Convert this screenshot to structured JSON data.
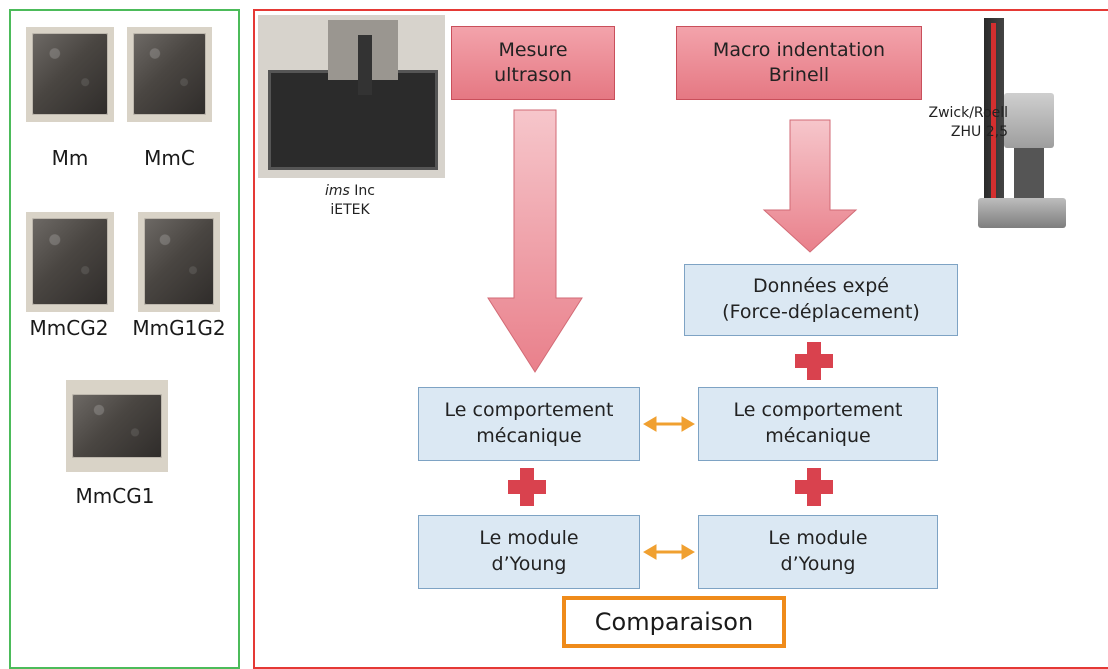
{
  "samples": {
    "s1": "Mm",
    "s2": "MmC",
    "s3": "MmCG2",
    "s4": "MmG1G2",
    "s5": "MmCG1"
  },
  "steps": {
    "ultrason": "Mesure ultrason",
    "ultrason_l1": "Mesure",
    "ultrason_l2": "ultrason",
    "brinell_l1": "Macro indentation",
    "brinell_l2": "Brinell",
    "donnees_l1": "Données expé",
    "donnees_l2": "(Force-déplacement)",
    "comportement_l1": "Le comportement",
    "comportement_l2": "mécanique",
    "module_l1": "Le module",
    "module_l2": "d’Young",
    "comparaison": "Comparaison"
  },
  "instruments": {
    "ims_italic": "ims",
    "ims_rest": " Inc",
    "ietek": "iETEK",
    "zwick_l1": "Zwick/Roell",
    "zwick_l2": "ZHU 2,5"
  },
  "colors": {
    "left_border": "#4cbb5a",
    "right_border": "#e53935",
    "pink": "#e57883",
    "blue_box": "#dbe8f3",
    "compare_border": "#ef8b1a",
    "plus": "#d9424e",
    "double_arrow": "#f0a030"
  }
}
